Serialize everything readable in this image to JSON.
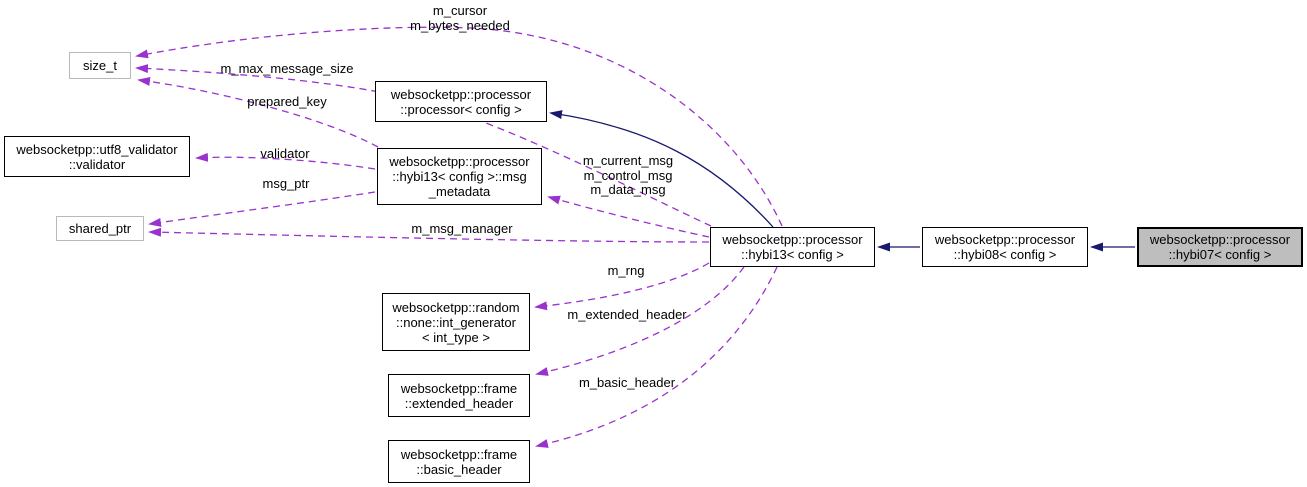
{
  "diagram": {
    "kind": "doxygen-collaboration-diagram",
    "colors": {
      "inheritance_arrow": "#191970",
      "usage_arrow": "#9a32cd",
      "node_fill": "#ffffff",
      "selected_node_fill": "#bebebe",
      "node_border": "#000000",
      "external_node_border": "#b9b9b9",
      "text": "#000000"
    },
    "nodes": {
      "size_t": {
        "label": "size_t"
      },
      "utf8_validator": {
        "label": "websocketpp::utf8_validator\n::validator"
      },
      "shared_ptr": {
        "label": "shared_ptr"
      },
      "processor": {
        "label": "websocketpp::processor\n::processor< config >"
      },
      "msg_metadata": {
        "label": "websocketpp::processor\n::hybi13< config >::msg\n_metadata"
      },
      "int_generator": {
        "label": "websocketpp::random\n::none::int_generator\n< int_type >"
      },
      "extended_header": {
        "label": "websocketpp::frame\n::extended_header"
      },
      "basic_header": {
        "label": "websocketpp::frame\n::basic_header"
      },
      "hybi13": {
        "label": "websocketpp::processor\n::hybi13< config >"
      },
      "hybi08": {
        "label": "websocketpp::processor\n::hybi08< config >"
      },
      "hybi07": {
        "label": "websocketpp::processor\n::hybi07< config >"
      }
    },
    "edge_labels": {
      "cursor": "m_cursor\nm_bytes_needed",
      "max_message_size": "m_max_message_size",
      "prepared_key": "prepared_key",
      "validator": "validator",
      "msg_ptr": "msg_ptr",
      "msg_manager": "m_msg_manager",
      "current_msgs": "m_current_msg\nm_control_msg\nm_data_msg",
      "rng": "m_rng",
      "extended_header": "m_extended_header",
      "basic_header": "m_basic_header"
    },
    "edges": [
      {
        "type": "inheritance",
        "from": "hybi07",
        "to": "hybi08",
        "label": ""
      },
      {
        "type": "inheritance",
        "from": "hybi08",
        "to": "hybi13",
        "label": ""
      },
      {
        "type": "inheritance",
        "from": "hybi13",
        "to": "processor",
        "label": ""
      },
      {
        "type": "usage",
        "from": "hybi13",
        "to": "size_t",
        "label": "m_cursor\nm_bytes_needed"
      },
      {
        "type": "usage",
        "from": "hybi13",
        "to": "size_t",
        "label": "m_max_message_size"
      },
      {
        "type": "usage",
        "from": "msg_metadata",
        "to": "size_t",
        "label": "prepared_key"
      },
      {
        "type": "usage",
        "from": "msg_metadata",
        "to": "utf8_validator",
        "label": "validator"
      },
      {
        "type": "usage",
        "from": "msg_metadata",
        "to": "shared_ptr",
        "label": "msg_ptr"
      },
      {
        "type": "usage",
        "from": "hybi13",
        "to": "shared_ptr",
        "label": "m_msg_manager"
      },
      {
        "type": "usage",
        "from": "hybi13",
        "to": "msg_metadata",
        "label": "m_current_msg\nm_control_msg\nm_data_msg"
      },
      {
        "type": "usage",
        "from": "hybi13",
        "to": "int_generator",
        "label": "m_rng"
      },
      {
        "type": "usage",
        "from": "hybi13",
        "to": "extended_header",
        "label": "m_extended_header"
      },
      {
        "type": "usage",
        "from": "hybi13",
        "to": "basic_header",
        "label": "m_basic_header"
      }
    ]
  }
}
